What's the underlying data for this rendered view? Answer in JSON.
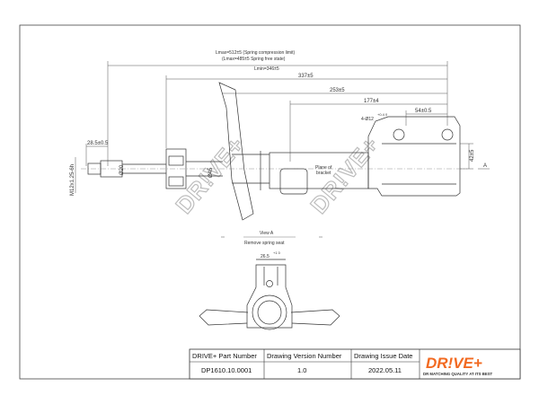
{
  "dimensions": {
    "lmax_compression": "Lmax=512±5 (Spring compression limit)",
    "lmax_free": "(Lmax=485±5 Spring free state)",
    "lmin": "Lmin=346±5",
    "d337": "337±5",
    "d253": "253±5",
    "d177": "177±4",
    "d54": "54±0.5",
    "hole_dia": "4-Ø12",
    "hole_tol": "+0.4 0",
    "d28": "28.5±0.5",
    "thread": "M12x1.25-6h",
    "rod_dia": "Ø20",
    "tube_dia": "Ø45",
    "d42": "42±5",
    "view_ref": "A",
    "lug_dim": "26.5",
    "lug_tol": "+1 0"
  },
  "labels": {
    "view_title": "View A",
    "view_sub": "Remove spring seat",
    "side_note_1": "Plane of",
    "side_note_2": "bracket"
  },
  "title_block": {
    "headers": [
      "DRIVE+ Part Number",
      "Drawing Version  Number",
      "Drawing Issue Date"
    ],
    "values": [
      "DP1610.10.0001",
      "1.0",
      "2022.05.11"
    ]
  },
  "logo": {
    "text": "DR!VE+",
    "tagline": "DR MATCHING QUALITY AT ITS BEST"
  },
  "watermark": "DR!VE+",
  "colors": {
    "line": "#333333",
    "logo_orange": "#f26a21",
    "watermark": "#bdbdbd"
  }
}
